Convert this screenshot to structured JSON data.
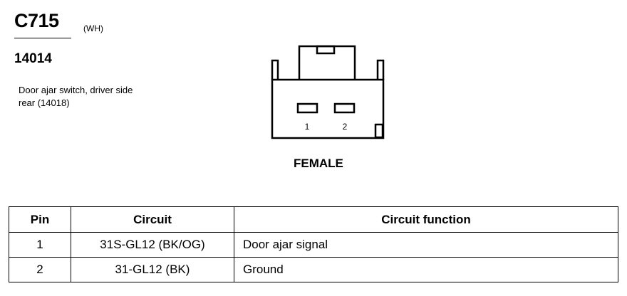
{
  "connector": {
    "id": "C715",
    "color": "(WH)",
    "part_number": "14014",
    "description_line1": "Door ajar switch, driver side",
    "description_line2": "rear (14018)",
    "gender": "FEMALE"
  },
  "diagram": {
    "pin_labels": [
      "1",
      "2"
    ]
  },
  "table": {
    "headers": [
      "Pin",
      "Circuit",
      "Circuit function"
    ],
    "rows": [
      {
        "pin": "1",
        "circuit": "31S-GL12 (BK/OG)",
        "function": "Door ajar signal"
      },
      {
        "pin": "2",
        "circuit": "31-GL12 (BK)",
        "function": "Ground"
      }
    ]
  }
}
